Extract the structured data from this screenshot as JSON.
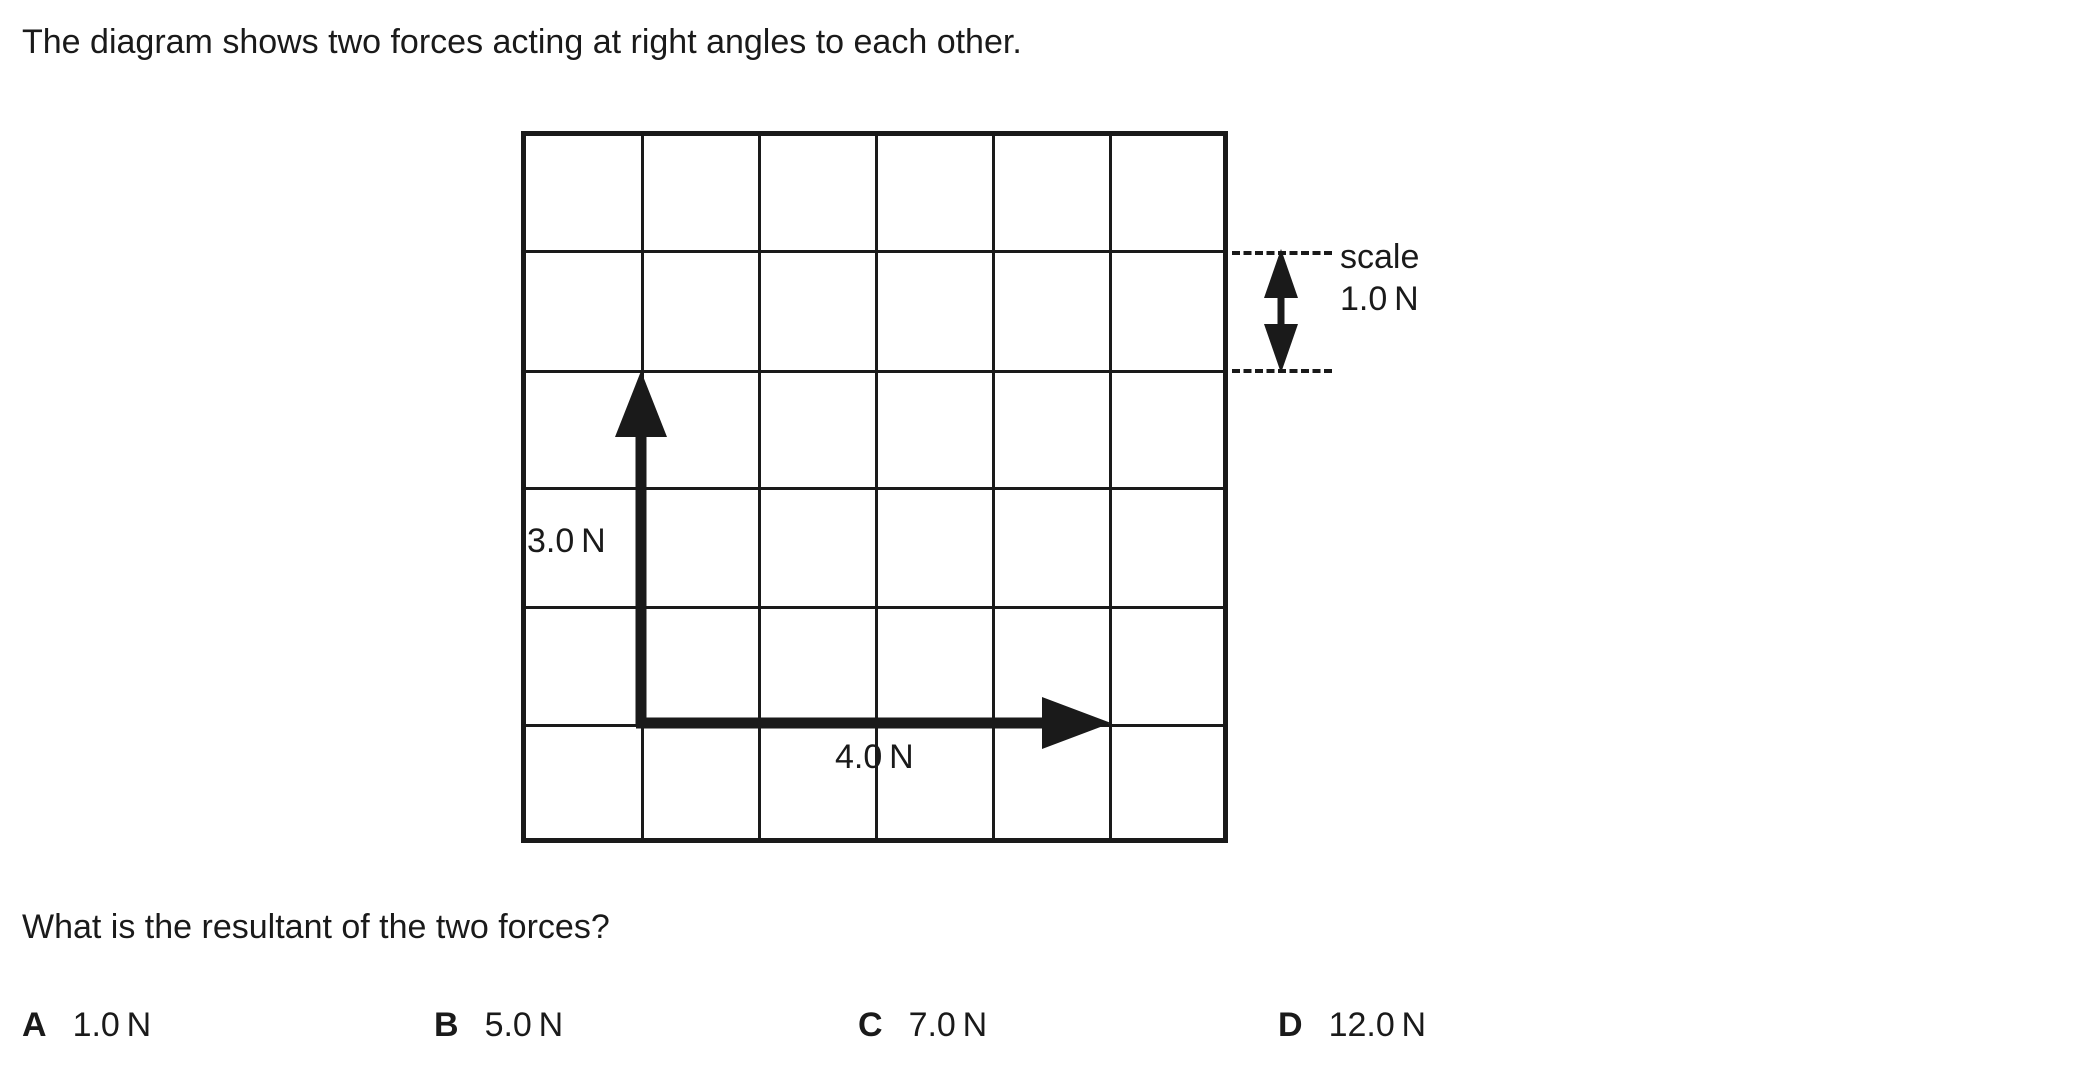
{
  "intro": {
    "text": "The diagram shows two forces acting at right angles to each other."
  },
  "question": {
    "text": "What is the resultant of the two forces?"
  },
  "diagram": {
    "grid": {
      "columns": 6,
      "rows": 6,
      "cell_value": "1.0 N"
    },
    "forces": [
      {
        "name": "vertical-force",
        "label": "3.0 N",
        "magnitude": 3.0,
        "unit": "N",
        "direction": "up",
        "cells": 3
      },
      {
        "name": "horizontal-force",
        "label": "4.0 N",
        "magnitude": 4.0,
        "unit": "N",
        "direction": "right",
        "cells": 4
      }
    ],
    "scale": {
      "word": "scale",
      "value": "1.0 N"
    }
  },
  "answers": {
    "options": [
      {
        "letter": "A",
        "value": "1.0 N"
      },
      {
        "letter": "B",
        "value": "5.0 N"
      },
      {
        "letter": "C",
        "value": "7.0 N"
      },
      {
        "letter": "D",
        "value": "12.0 N"
      }
    ]
  },
  "colors": {
    "ink": "#1a1a1a",
    "background": "#ffffff"
  }
}
